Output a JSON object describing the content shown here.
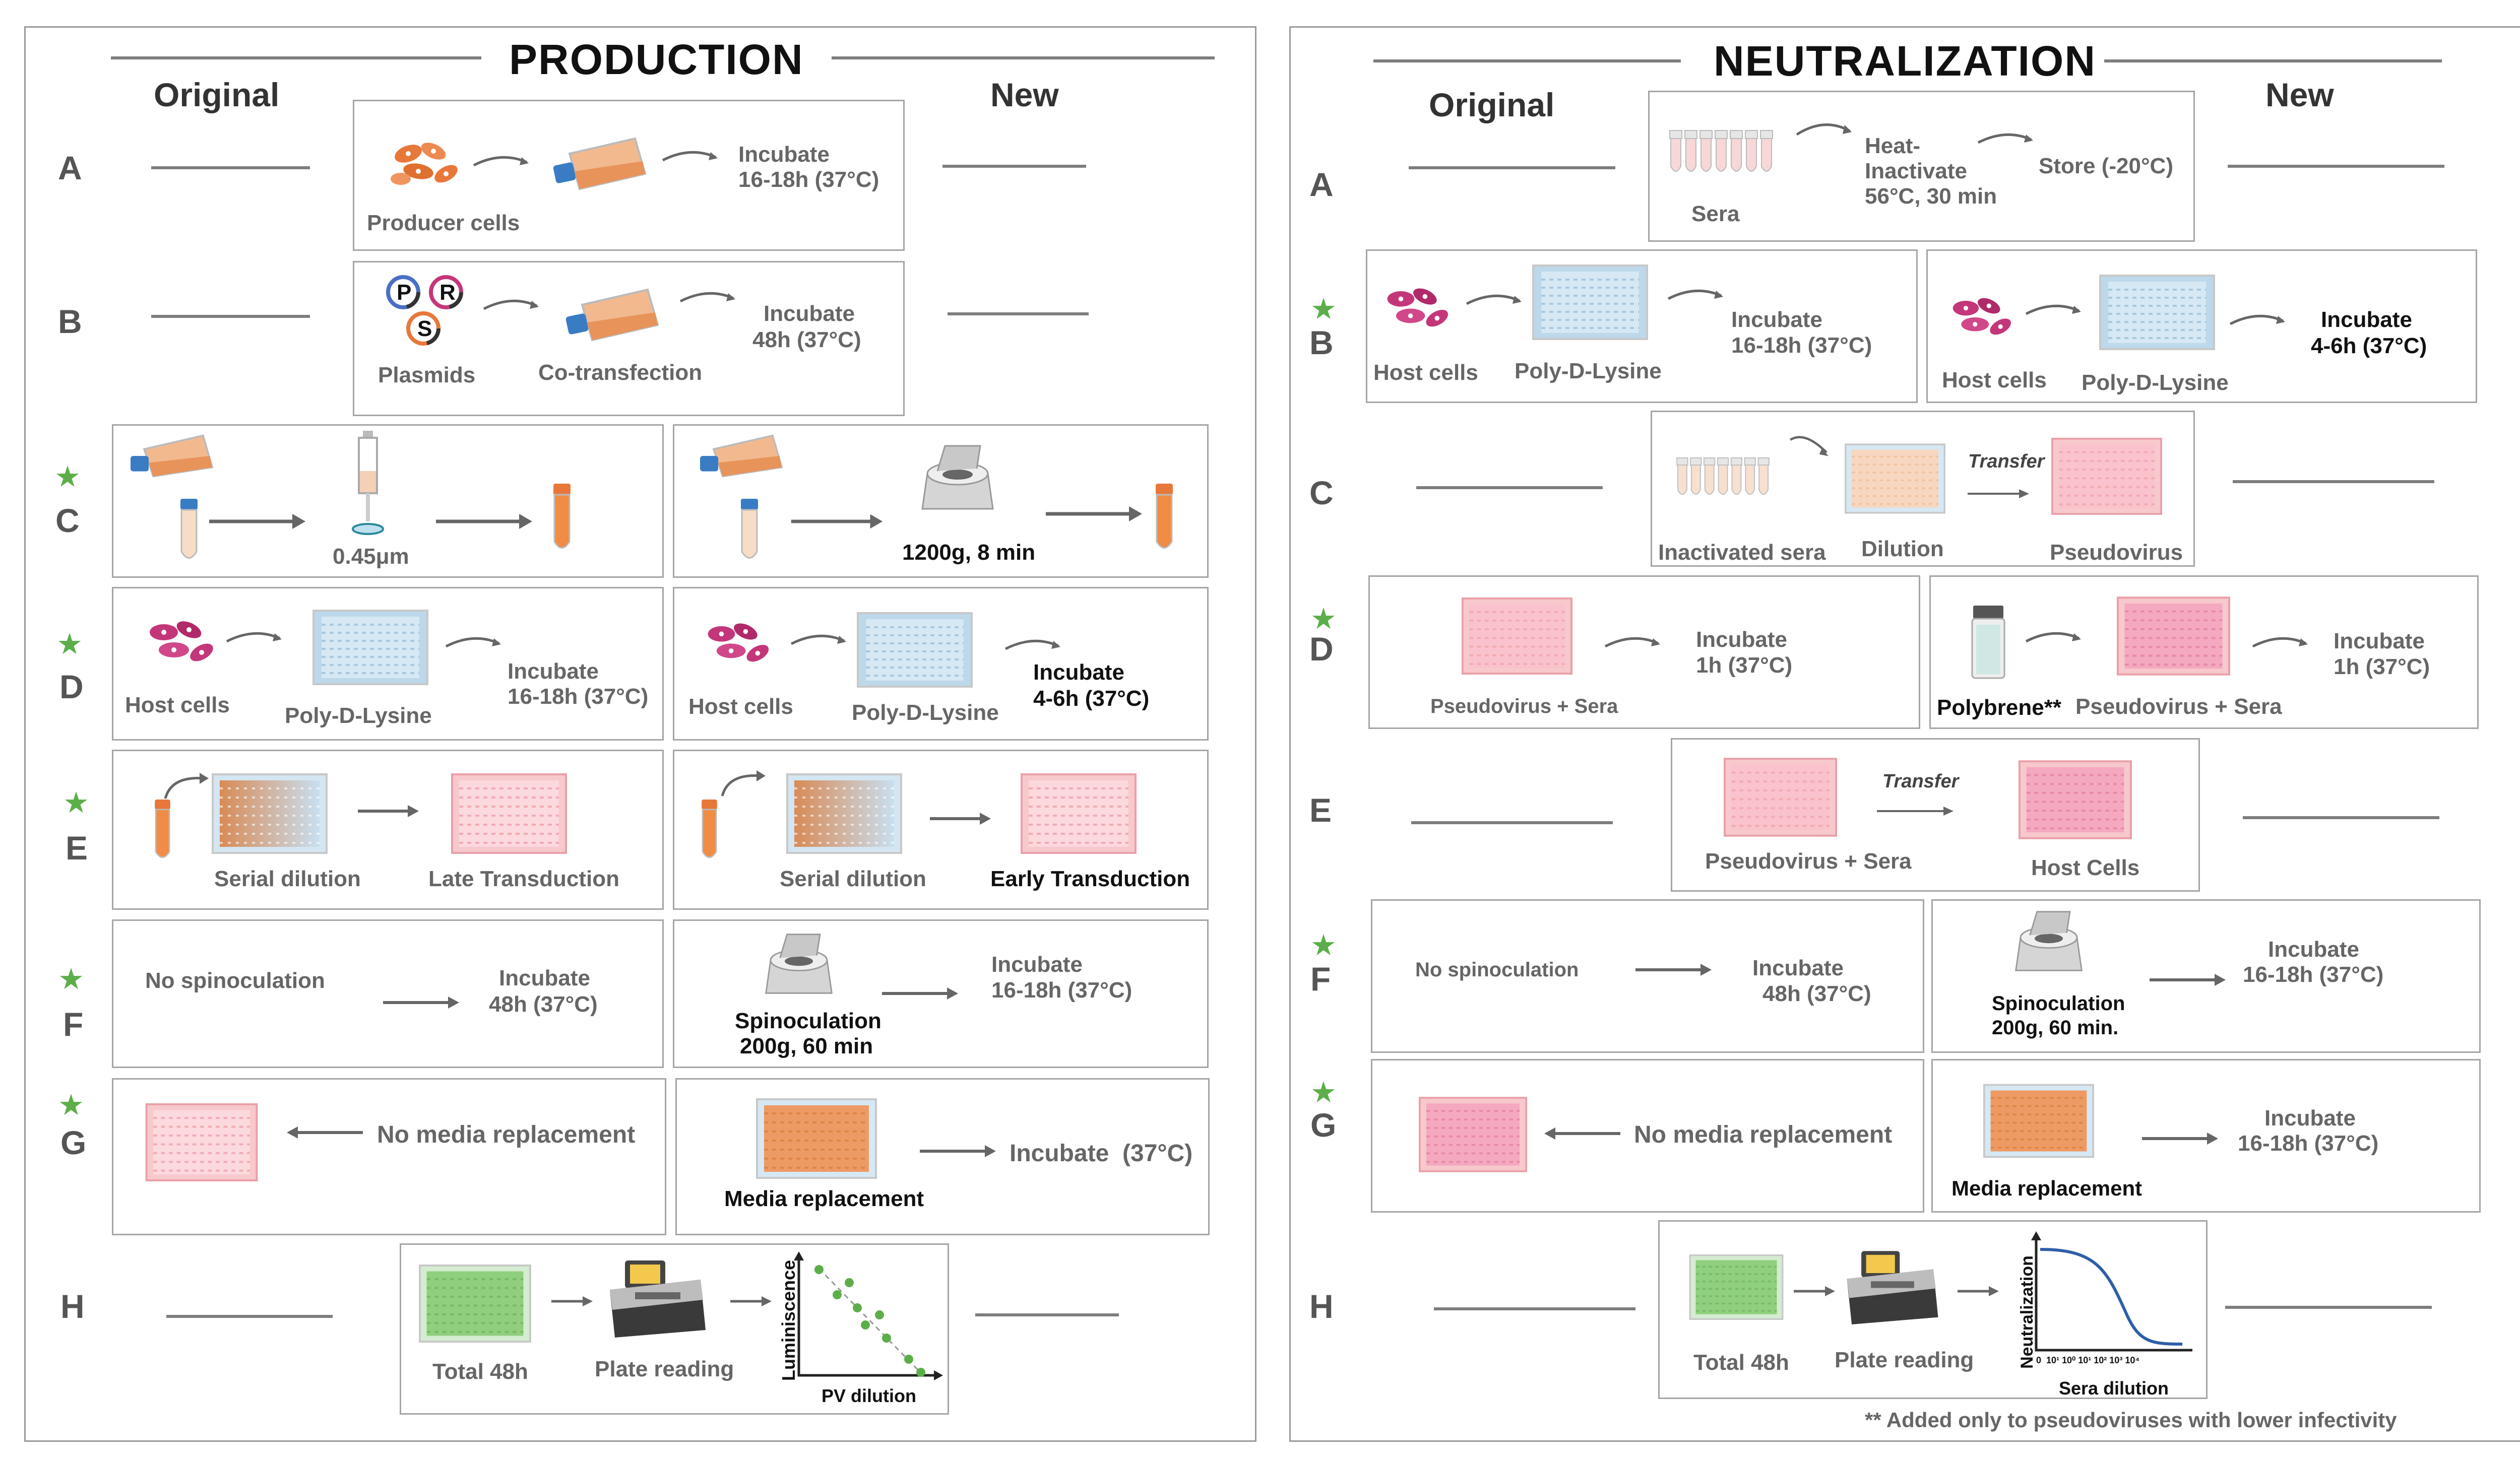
{
  "production": {
    "title": "PRODUCTION",
    "original_label": "Original",
    "new_label": "New",
    "rows": [
      "A",
      "B",
      "C",
      "D",
      "E",
      "F",
      "G",
      "H"
    ],
    "a": {
      "producer": "Producer cells",
      "incubate": "Incubate",
      "time": "16-18h (37°C)"
    },
    "b": {
      "plasmid_p": "P",
      "plasmid_r": "R",
      "plasmid_s": "S",
      "plasmids": "Plasmids",
      "cotransfection": "Co-transfection",
      "incubate": "Incubate",
      "time": "48h (37°C)"
    },
    "c": {
      "filter": "0.45μm",
      "centrifuge": "1200g, 8 min"
    },
    "d": {
      "host_orig": "Host cells",
      "pdl_orig": "Poly-D-Lysine",
      "incubate_orig": "Incubate",
      "time_orig": "16-18h (37°C)",
      "host_new": "Host cells",
      "pdl_new": "Poly-D-Lysine",
      "incubate_new": "Incubate",
      "time_new": "4-6h (37°C)"
    },
    "e": {
      "serial_orig": "Serial dilution",
      "late": "Late Transduction",
      "serial_new": "Serial dilution",
      "early": "Early Transduction"
    },
    "f": {
      "nospin": "No spinoculation",
      "incubate_orig": "Incubate",
      "time_orig": "48h (37°C)",
      "spin": "Spinoculation",
      "spin_params": "200g, 60 min",
      "incubate_new": "Incubate",
      "time_new": "16-18h (37°C)"
    },
    "g": {
      "nomedia": "No media replacement",
      "media": "Media replacement",
      "incubate": "Incubate  (37°C)"
    },
    "h": {
      "total": "Total 48h",
      "plate": "Plate reading",
      "ylabel": "Luminiscence",
      "xlabel": "PV dilution"
    }
  },
  "neutralization": {
    "title": "NEUTRALIZATION",
    "original_label": "Original",
    "new_label": "New",
    "rows": [
      "A",
      "B",
      "C",
      "D",
      "E",
      "F",
      "G",
      "H"
    ],
    "a": {
      "sera": "Sera",
      "heat1": "Heat-",
      "heat2": "Inactivate",
      "heat3": "56°C, 30 min",
      "store": "Store (-20°C)"
    },
    "b": {
      "host_orig": "Host cells",
      "pdl_orig": "Poly-D-Lysine",
      "incubate_orig": "Incubate",
      "time_orig": "16-18h (37°C)",
      "host_new": "Host cells",
      "pdl_new": "Poly-D-Lysine",
      "incubate_new": "Incubate",
      "time_new": "4-6h (37°C)"
    },
    "c": {
      "inactivated": "Inactivated sera",
      "dilution": "Dilution",
      "transfer": "Transfer",
      "pseudovirus": "Pseudovirus"
    },
    "d": {
      "pvsera_orig": "Pseudovirus + Sera",
      "incubate_orig": "Incubate",
      "time_orig": "1h (37°C)",
      "polybrene": "Polybrene**",
      "pvsera_new": "Pseudovirus + Sera",
      "incubate_new": "Incubate",
      "time_new": "1h (37°C)"
    },
    "e": {
      "pvsera": "Pseudovirus + Sera",
      "transfer": "Transfer",
      "host": "Host Cells"
    },
    "f": {
      "nospin": "No spinoculation",
      "incubate_orig": "Incubate",
      "time_orig": "48h (37°C)",
      "spin": "Spinoculation",
      "spin_params": "200g, 60 min.",
      "incubate_new": "Incubate",
      "time_new": "16-18h (37°C)"
    },
    "g": {
      "nomedia": "No media replacement",
      "media": "Media replacement",
      "incubate": "Incubate",
      "time": "16-18h (37°C)"
    },
    "h": {
      "total": "Total 48h",
      "plate": "Plate reading",
      "ylabel": "Neutralization",
      "xlabel": "Sera dilution",
      "ticks": "0  10¹ 10⁰ 10¹ 10² 10³ 10⁴"
    },
    "footnote": "** Added only to pseudoviruses with lower infectivity"
  },
  "colors": {
    "star": "#5cae4a",
    "orange": "#e8773a",
    "pink": "#f4a9b4",
    "blue": "#cde3f2",
    "magenta": "#c4367a",
    "green": "#8fcf7d"
  }
}
